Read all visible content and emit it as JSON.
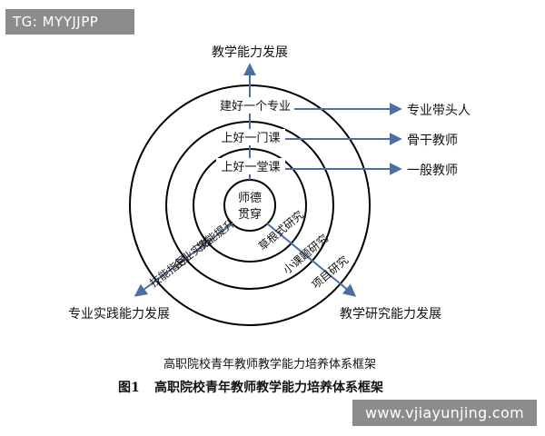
{
  "tag": "TG: MYYJJPP",
  "watermark": "www.vjiayunjing.com",
  "diagram": {
    "top_goal": "教学能力发展",
    "left_goal": "专业实践能力发展",
    "right_goal": "教学研究能力发展",
    "center": [
      "师德",
      "贯穿"
    ],
    "vertical": {
      "outer": "建好一个专业",
      "middle": "上好一门课",
      "inner": "上好一堂课"
    },
    "outcomes": {
      "outer": "专业带头人",
      "middle": "骨干教师",
      "inner": "一般教师"
    },
    "left_axis": {
      "inner": "技能提升",
      "middle": "企业实践",
      "outer": "技能指导"
    },
    "right_axis": {
      "inner": "草根式研究",
      "middle": "小课题研究",
      "outer": "项目研究"
    },
    "caption_small": "高职院校青年教师教学能力培养体系框架",
    "figure_label": "图1",
    "caption": "高职院校青年教师教学能力培养体系框架"
  },
  "colors": {
    "arrow": "#4a6fa5",
    "circle": "#000000"
  }
}
